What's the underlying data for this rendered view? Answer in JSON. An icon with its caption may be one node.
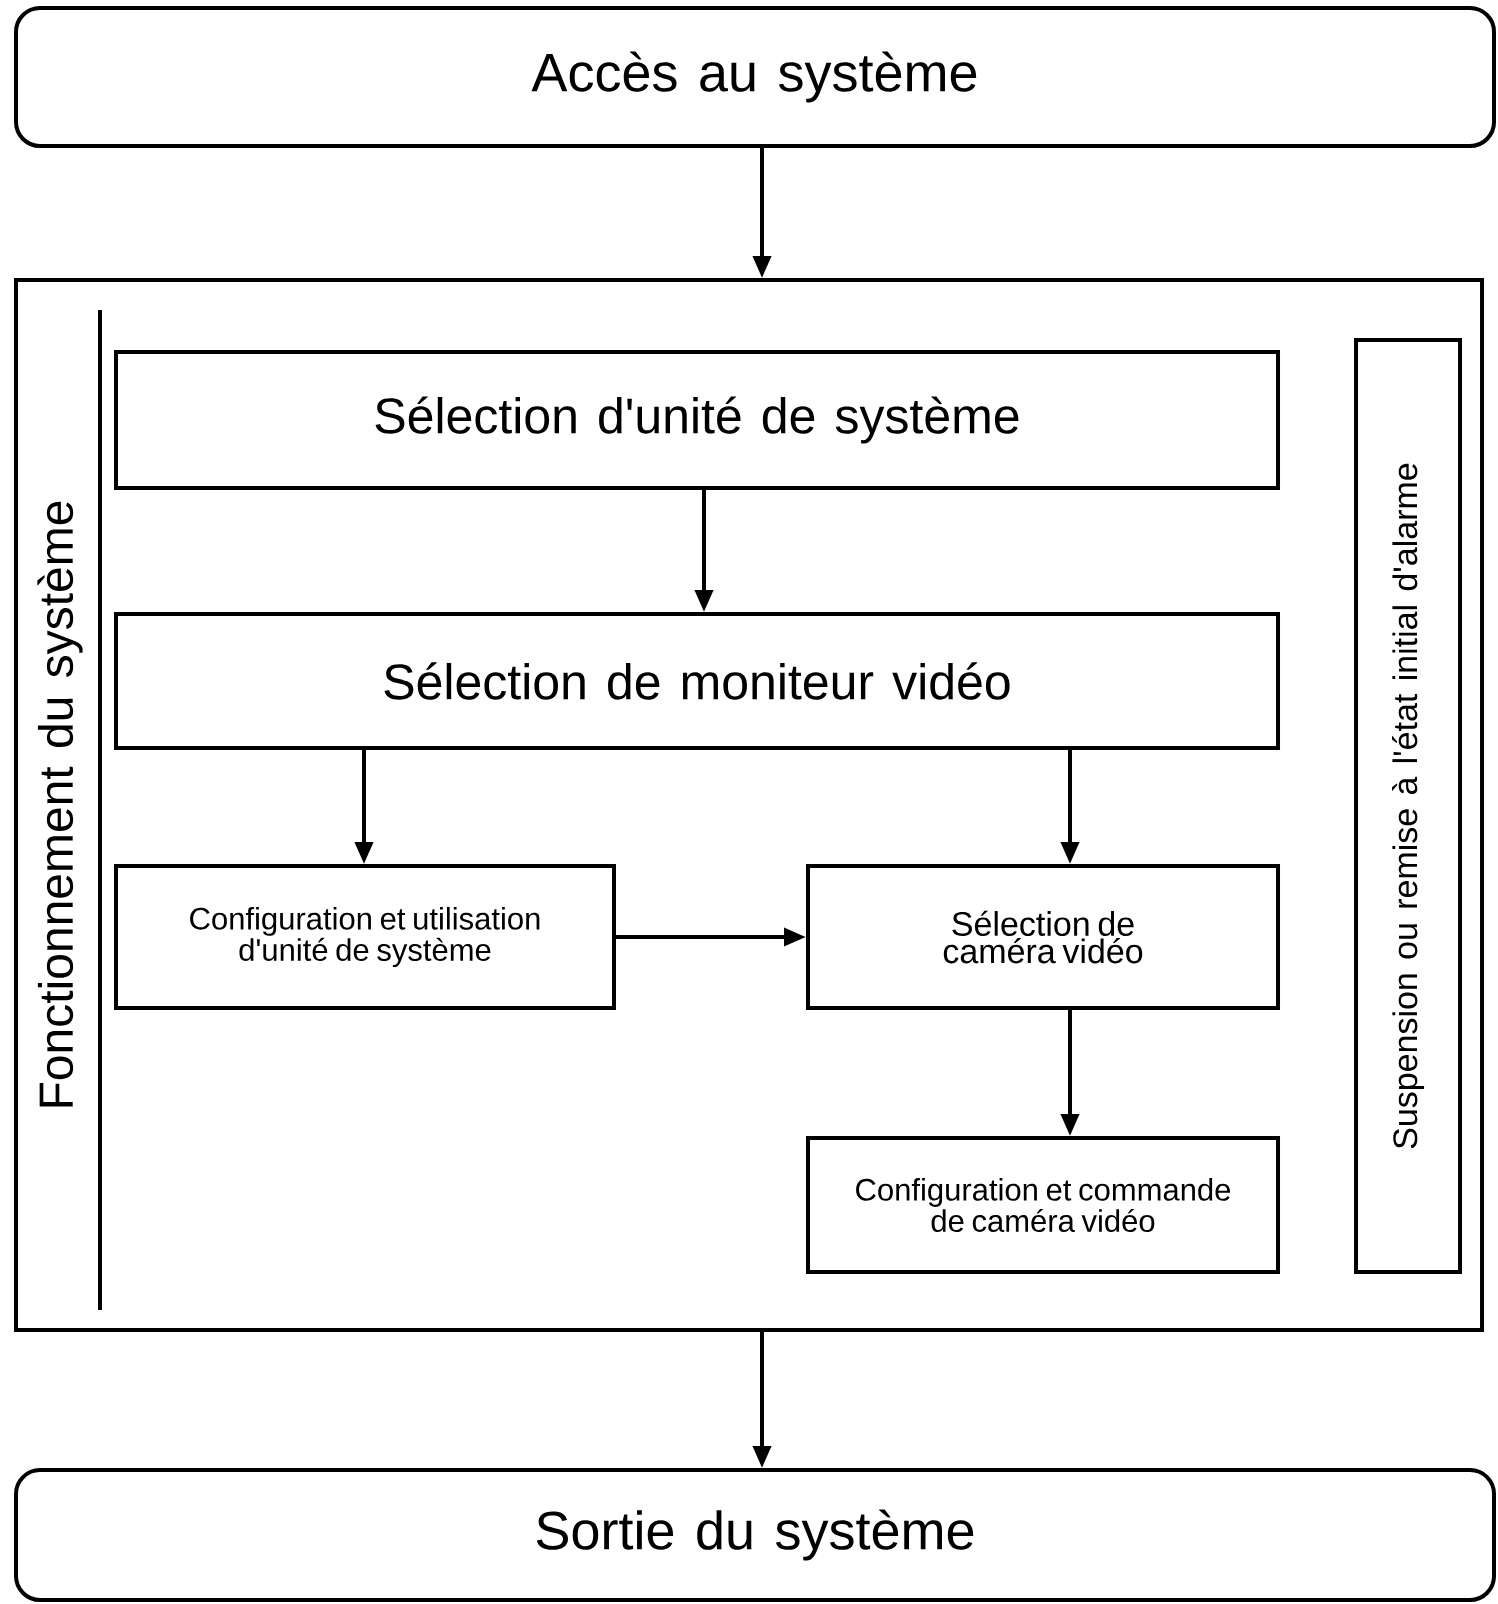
{
  "diagram": {
    "nodes": [
      {
        "text": [
          "Accès au système"
        ]
      },
      {
        "text": [
          "Fonctionnement du système"
        ]
      },
      {
        "text": [
          "Sélection d'unité de système"
        ],
        "in": 1
      },
      {
        "text": [
          "Sélection de moniteur vidéo"
        ],
        "in": 1
      },
      {
        "text": [
          "Configuration et utilisation d'unité de système"
        ],
        "in": 1
      },
      {
        "text": [
          "Sélection de caméra vidéo"
        ],
        "in": 1
      },
      {
        "text": [
          "Configuration et commande de caméra vidéo"
        ],
        "in": 1
      },
      {
        "text": [
          "Suspension ou remise à l'état initial d'alarme"
        ],
        "in": 1
      },
      {
        "text": [
          "Sortie du système"
        ]
      }
    ],
    "edges": [
      {
        "from": 0,
        "to": 1,
        "arrow": "to"
      },
      {
        "from": 2,
        "to": 3,
        "arrow": "to"
      },
      {
        "from": 3,
        "to": 4,
        "arrow": "to"
      },
      {
        "from": 3,
        "to": 5,
        "arrow": "to"
      },
      {
        "from": 4,
        "to": 5,
        "arrow": "to"
      },
      {
        "from": 5,
        "to": 6,
        "arrow": "to"
      },
      {
        "from": 1,
        "to": 8,
        "arrow": "to"
      }
    ]
  }
}
